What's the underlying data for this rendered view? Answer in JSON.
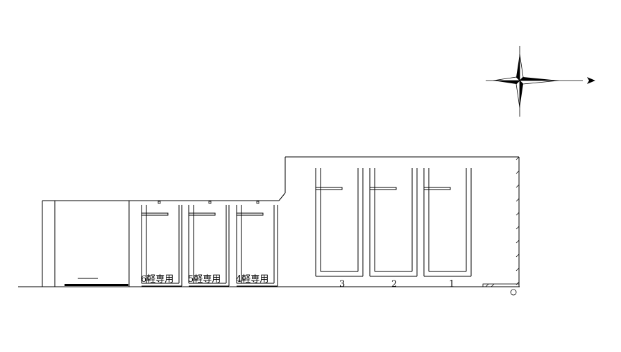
{
  "compass": {
    "icon": "compass-rose-icon",
    "pointer": "north-arrow-icon"
  },
  "kei_spaces": [
    {
      "label": "6軽専用"
    },
    {
      "label": "5軽専用"
    },
    {
      "label": "4軽専用"
    }
  ],
  "spaces": [
    {
      "label": "3"
    },
    {
      "label": "2"
    },
    {
      "label": "1"
    }
  ]
}
